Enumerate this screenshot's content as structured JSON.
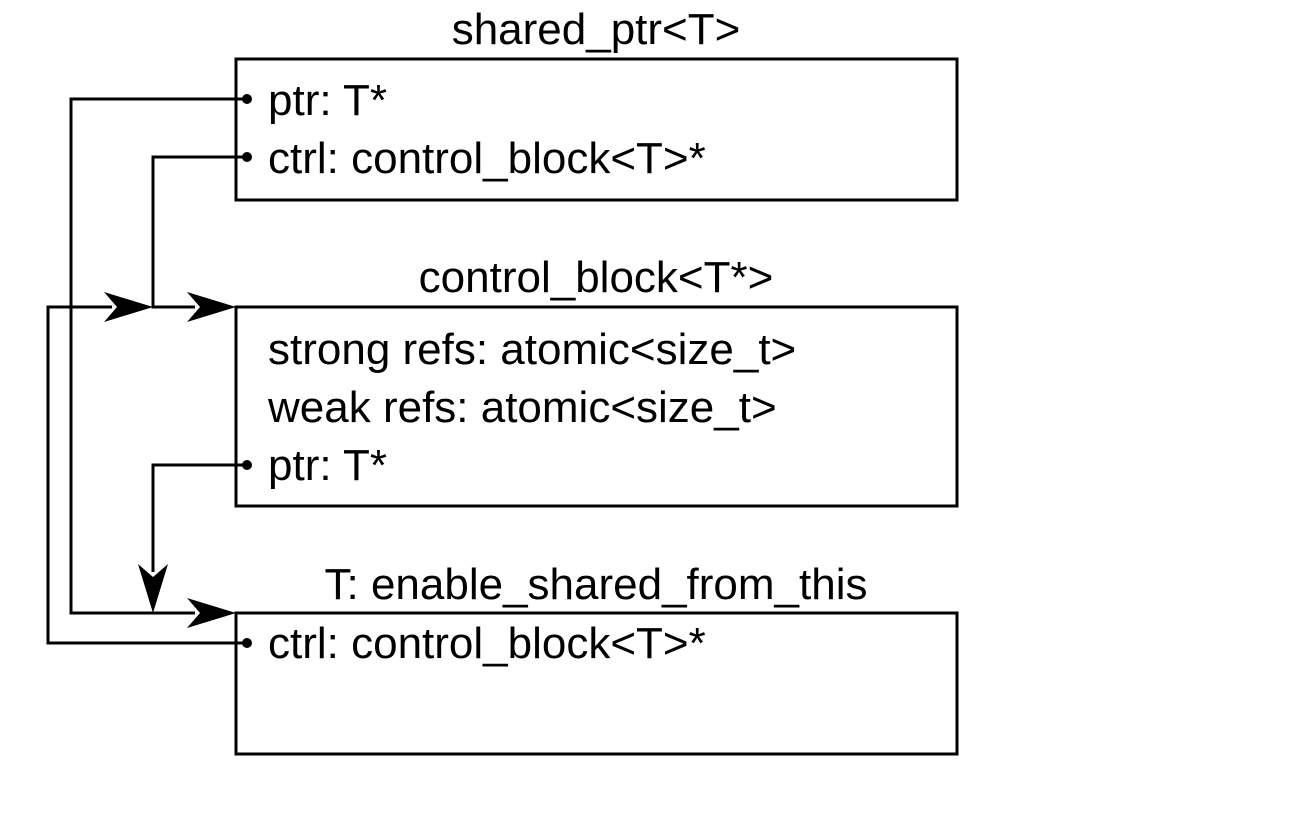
{
  "shared_ptr": {
    "title": "shared_ptr<T>",
    "fields": [
      "ptr: T*",
      "ctrl: control_block<T>*"
    ]
  },
  "control_block": {
    "title": "control_block<T*>",
    "fields": [
      "strong refs: atomic<size_t>",
      "weak refs: atomic<size_t>",
      "ptr: T*"
    ]
  },
  "object": {
    "title": "T: enable_shared_from_this",
    "fields": [
      "ctrl: control_block<T>*"
    ]
  },
  "colors": {
    "line": "#000000",
    "background": "#ffffff"
  }
}
